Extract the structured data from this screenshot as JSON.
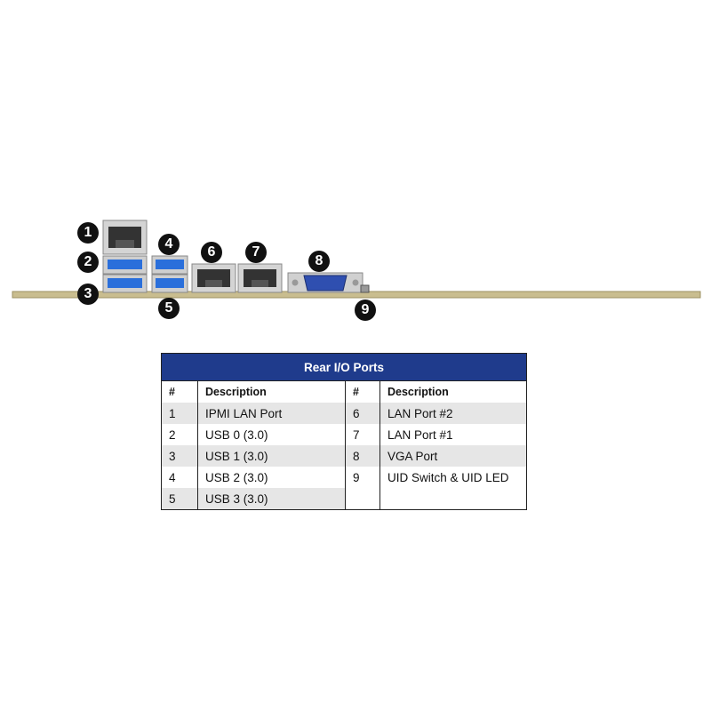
{
  "callouts": [
    {
      "num": "1",
      "name": "IPMI LAN Port"
    },
    {
      "num": "2",
      "name": "USB 0 (3.0)"
    },
    {
      "num": "3",
      "name": "USB 1 (3.0)"
    },
    {
      "num": "4",
      "name": "USB 2 (3.0)"
    },
    {
      "num": "5",
      "name": "USB 3 (3.0)"
    },
    {
      "num": "6",
      "name": "LAN Port #2"
    },
    {
      "num": "7",
      "name": "LAN Port #1"
    },
    {
      "num": "8",
      "name": "VGA Port"
    },
    {
      "num": "9",
      "name": "UID Switch & UID LED"
    }
  ],
  "table": {
    "title": "Rear I/O Ports",
    "col_num": "#",
    "col_desc": "Description",
    "rows": [
      {
        "a_num": "1",
        "a_desc": "IPMI LAN Port",
        "b_num": "6",
        "b_desc": "LAN Port #2"
      },
      {
        "a_num": "2",
        "a_desc": "USB 0 (3.0)",
        "b_num": "7",
        "b_desc": "LAN Port #1"
      },
      {
        "a_num": "3",
        "a_desc": "USB 1 (3.0)",
        "b_num": "8",
        "b_desc": "VGA Port"
      },
      {
        "a_num": "4",
        "a_desc": "USB 2 (3.0)",
        "b_num": "9",
        "b_desc": "UID Switch & UID LED"
      },
      {
        "a_num": "5",
        "a_desc": "USB 3 (3.0)",
        "b_num": "",
        "b_desc": ""
      }
    ]
  },
  "colors": {
    "header_bg": "#1f3b8c",
    "row_shade": "#e6e6e6",
    "usb_blue": "#2a6fdb",
    "vga_blue": "#2f4fb0",
    "board": "#c9bd8f"
  }
}
